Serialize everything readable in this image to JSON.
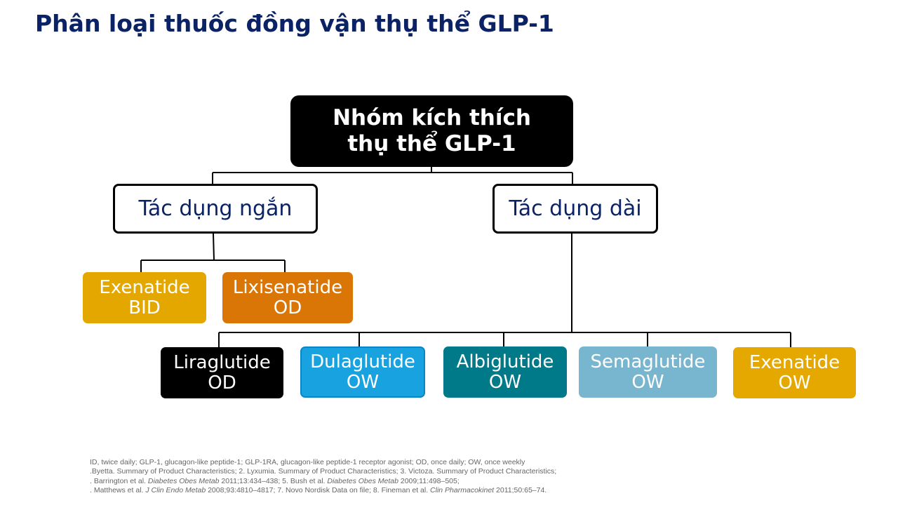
{
  "title": "Phân loại thuốc đồng vận thụ thể GLP-1",
  "root": {
    "line1": "Nhóm kích thích",
    "line2": "thụ thể GLP-1"
  },
  "groups": {
    "short": "Tác dụng ngắn",
    "long": "Tác dụng dài"
  },
  "drugs": {
    "exenatide_bid": {
      "name": "Exenatide",
      "dose": "BID",
      "color": "#e3a700"
    },
    "lixisenatide": {
      "name": "Lixisenatide",
      "dose": "OD",
      "color": "#d97606"
    },
    "liraglutide": {
      "name": "Liraglutide",
      "dose": "OD",
      "color": "#000000"
    },
    "dulaglutide": {
      "name": "Dulaglutide",
      "dose": "OW",
      "color": "#18a3e0"
    },
    "albiglutide": {
      "name": "Albiglutide",
      "dose": "OW",
      "color": "#007989"
    },
    "semaglutide": {
      "name": "Semaglutide",
      "dose": "OW",
      "color": "#78b5cf"
    },
    "exenatide_ow": {
      "name": "Exenatide",
      "dose": "OW",
      "color": "#e5a800"
    }
  },
  "colors": {
    "title": "#0b2265",
    "text_dark": "#0b2265"
  },
  "footnotes": {
    "line1": "ID, twice daily; GLP-1, glucagon-like peptide-1; GLP-1RA, glucagon-like peptide-1 receptor agonist; OD, once daily; OW, once weekly",
    "line2": ".Byetta. Summary of Product Characteristics; 2. Lyxumia. Summary of Product Characteristics; 3. Victoza. Summary of Product Characteristics;",
    "line3_a": ". Barrington et al. ",
    "line3_b": "Diabetes Obes Metab",
    "line3_c": " 2011;13:434–438; 5. Bush et al. ",
    "line3_d": "Diabetes Obes Metab",
    "line3_e": " 2009;11:498–505;",
    "line4_a": ". Matthews et al. ",
    "line4_b": "J Clin Endo Metab",
    "line4_c": " 2008;93:4810–4817; 7. Novo Nordisk Data on file; 8. Fineman et al. ",
    "line4_d": "Clin Pharmacokinet",
    "line4_e": " 2011;50:65–74."
  }
}
